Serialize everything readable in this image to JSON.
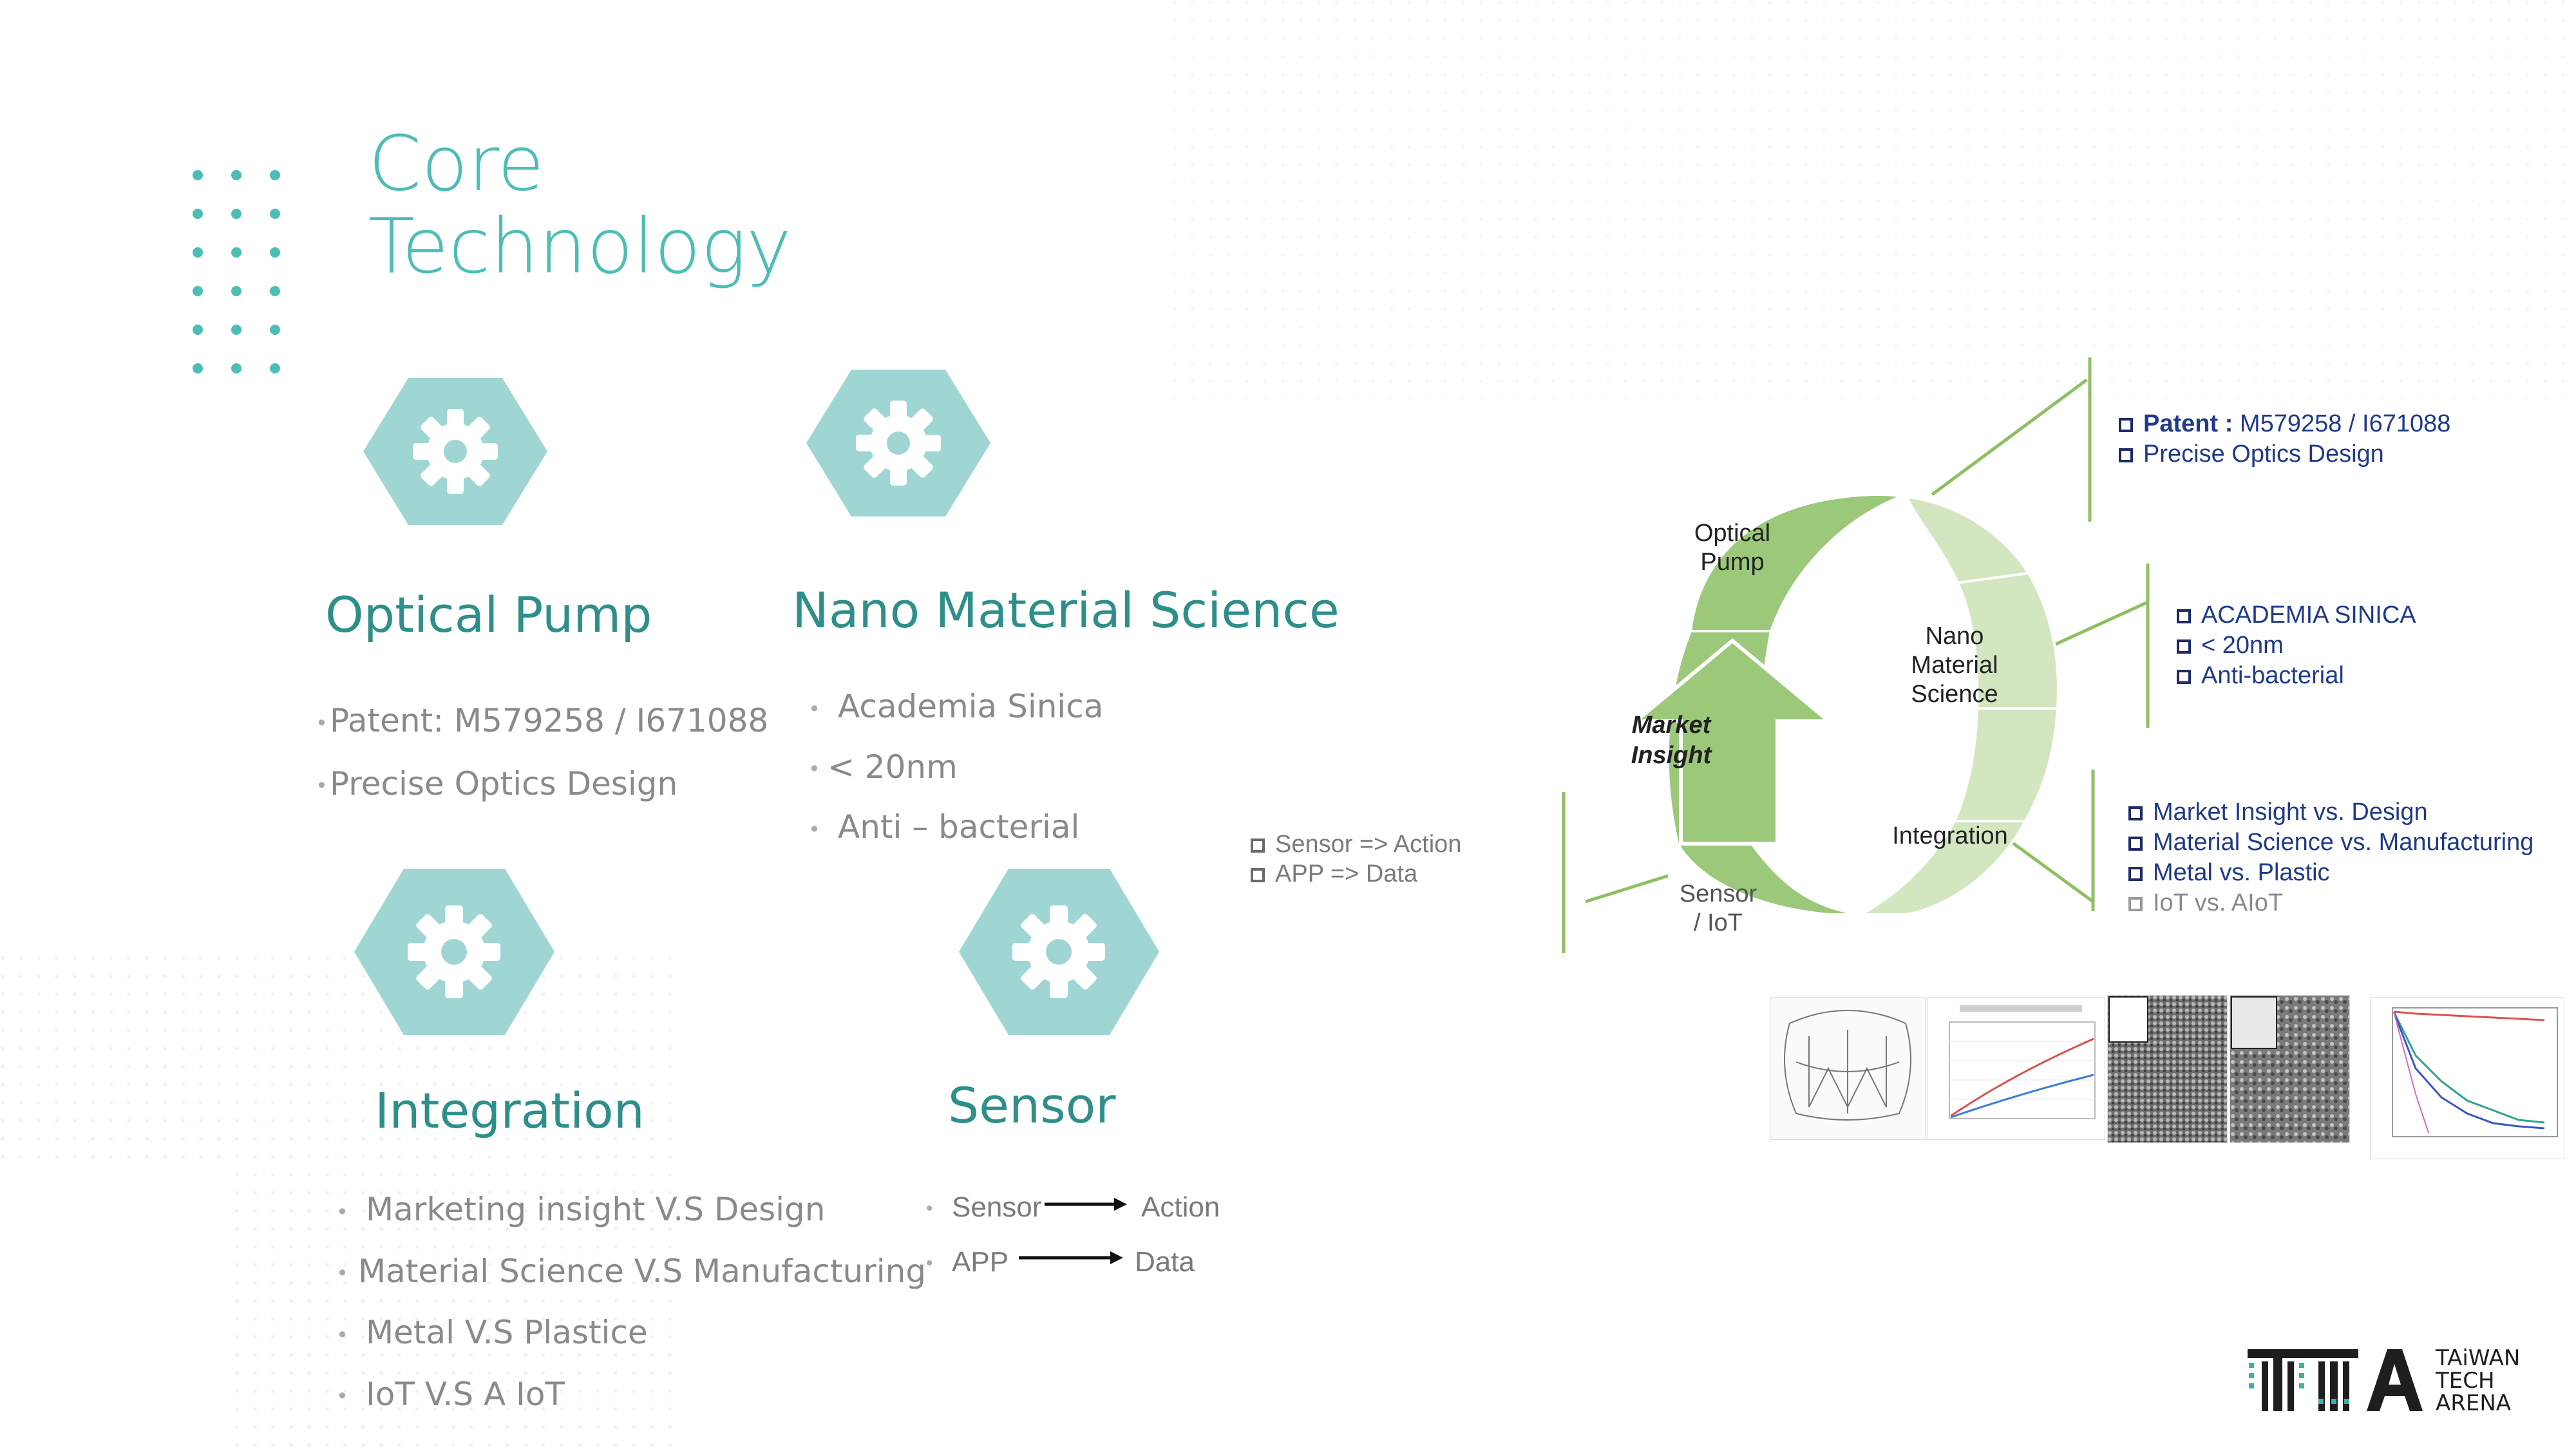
{
  "title": {
    "line1": "Core",
    "line2": "Technology"
  },
  "tech": {
    "optical_pump": {
      "heading": "Optical Pump",
      "bullets": [
        "Patent:  M579258 / I671088",
        "Precise Optics Design"
      ]
    },
    "nano": {
      "heading": "Nano Material Science",
      "bullets": [
        "Academia Sinica",
        "< 20nm",
        "Anti – bacterial"
      ]
    },
    "integration": {
      "heading": "Integration",
      "bullets": [
        "Marketing insight V.S Design",
        "Material Science V.S Manufacturing",
        "Metal V.S Plastice",
        "IoT V.S A IoT"
      ]
    },
    "sensor": {
      "heading": "Sensor",
      "rows": [
        {
          "from": "Sensor",
          "to": "Action"
        },
        {
          "from": "APP",
          "to": "Data"
        }
      ]
    }
  },
  "sensor_notes": [
    "Sensor => Action",
    "APP => Data"
  ],
  "cycle": {
    "optical_pump": "Optical Pump",
    "nano": "Nano Material Science",
    "integration": "Integration",
    "sensor": "Sensor / IoT",
    "market": "Market Insight"
  },
  "notes": {
    "optical": {
      "bold": "Patent :",
      "rest": " M579258 / I671088",
      "line2": "Precise Optics Design"
    },
    "nano": [
      "ACADEMIA SINICA",
      "< 20nm",
      "Anti-bacterial"
    ],
    "integration": [
      "Market Insight vs. Design",
      "Material Science vs. Manufacturing",
      "Metal vs. Plastic",
      "IoT vs. AIoT"
    ]
  },
  "logo": {
    "mark": "TTA",
    "line1": "TAiWAN",
    "line2": "TECH",
    "line3": "ARENA"
  },
  "colors": {
    "accent": "#4dbdb7",
    "hex_fill": "#9fd6d4",
    "heading": "#2e8f89",
    "green_dark": "#9cc879",
    "green_light": "#d3e6bf",
    "navy": "#1f3a8a"
  }
}
